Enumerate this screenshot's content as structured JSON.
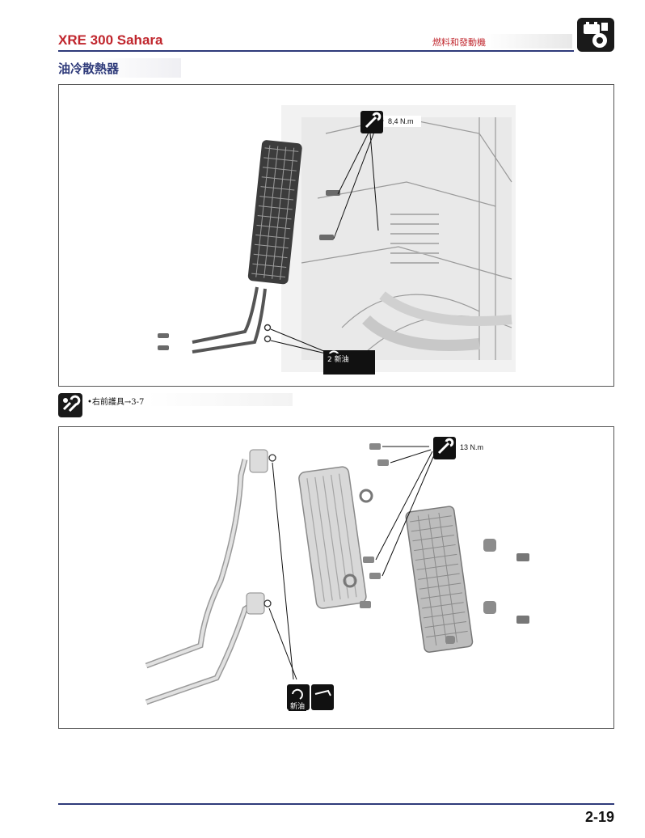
{
  "header": {
    "model_title": "XRE 300 Sahara",
    "section_title": "燃料和發動機",
    "chapter_icon": "engine-chapter-icon"
  },
  "subtitle": "油冷散熱器",
  "figure1": {
    "torque_value": "8,4 N.m",
    "replace_callout": "2 新油",
    "wrench_icon": "torque-wrench-icon"
  },
  "note": {
    "icon": "remove-install-icon",
    "text": "•右前護具→3-7"
  },
  "figure2": {
    "torque_value": "13 N.m",
    "replace_callout": "新油",
    "wrench_icon": "torque-wrench-icon",
    "replace_icon": "replace-part-icon",
    "oil_icon": "oil-can-icon"
  },
  "footer": {
    "page_number": "2-19"
  }
}
